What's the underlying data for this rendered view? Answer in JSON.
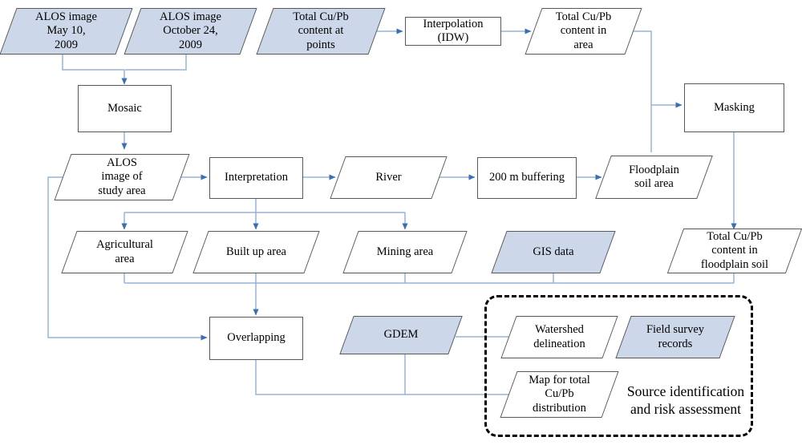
{
  "theme": {
    "fill_blue": "#ccd7e9",
    "stroke_gray": "#595959",
    "wire_blue": "#95b3d7",
    "arrow_blue": "#3a6fb5",
    "dash_black": "#000000",
    "background": "#ffffff"
  },
  "nodes": {
    "alos_may": "ALOS image\nMay 10,\n2009",
    "alos_may_l1": "ALOS image",
    "alos_may_l2": "May 10,",
    "alos_may_l3": "2009",
    "alos_oct_l1": "ALOS image",
    "alos_oct_l2": "October 24,",
    "alos_oct_l3": "2009",
    "cu_points_l1": "Total Cu/Pb",
    "cu_points_l2": "content at",
    "cu_points_l3": "points",
    "interpolation": "Interpolation (IDW)",
    "cu_area_l1": "Total Cu/Pb",
    "cu_area_l2": "content in",
    "cu_area_l3": "area",
    "mosaic": "Mosaic",
    "masking": "Masking",
    "alos_study_l1": "ALOS",
    "alos_study_l2": "image of",
    "alos_study_l3": "study area",
    "interpretation": "Interpretation",
    "river": "River",
    "buffering": "200 m buffering",
    "floodplain_l1": "Floodplain",
    "floodplain_l2": "soil area",
    "agricultural_l1": "Agricultural",
    "agricultural_l2": "area",
    "builtup": "Built up area",
    "mining": "Mining area",
    "gis_data": "GIS data",
    "cu_floodplain_l1": "Total Cu/Pb",
    "cu_floodplain_l2": "content in",
    "cu_floodplain_l3": "floodplain soil",
    "overlapping": "Overlapping",
    "gdem": "GDEM",
    "watershed_l1": "Watershed",
    "watershed_l2": "delineation",
    "field_survey_l1": "Field survey",
    "field_survey_l2": "records",
    "map_total_l1": "Map for total",
    "map_total_l2": "Cu/Pb",
    "map_total_l3": "distribution",
    "group_caption_l1": "Source identification",
    "group_caption_l2": "and risk assessment"
  }
}
